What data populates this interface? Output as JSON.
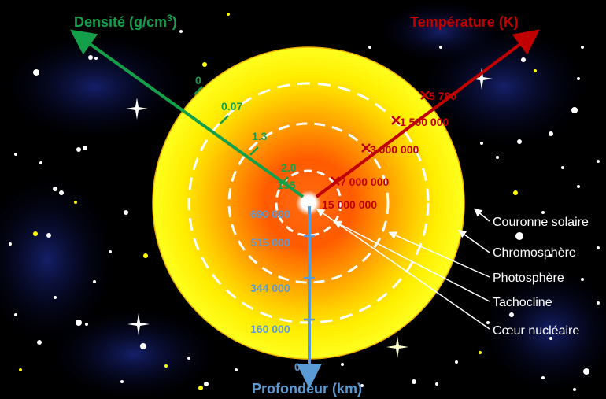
{
  "axes": {
    "density": {
      "title": "Densité (g/cm",
      "title_sup": "3",
      "title_close": ")",
      "color": "#14a04a",
      "ticks": [
        "0",
        "0.07",
        "1.3",
        "2.0",
        "135"
      ]
    },
    "temperature": {
      "title": "Température (K)",
      "color": "#c00000",
      "ticks": [
        "5 780",
        "1 500 000",
        "3 000 000",
        "7 000 000",
        "15 000 000"
      ]
    },
    "depth": {
      "title": "Profondeur (km)",
      "color": "#5b9bd5",
      "ticks": [
        "690 000",
        "515 000",
        "344 000",
        "160 000",
        "0"
      ]
    }
  },
  "layers": {
    "corona": "Couronne solaire",
    "chromosphere": "Chromosphère",
    "photosphere": "Photosphère",
    "tachocline": "Tachocline",
    "core": "Cœur nucléaire"
  },
  "colors": {
    "background": "#000000",
    "outer_glow": "#ffff00",
    "photosphere": "#ffcc00",
    "core": "#ff5a00",
    "label_text": "#ffffff"
  }
}
